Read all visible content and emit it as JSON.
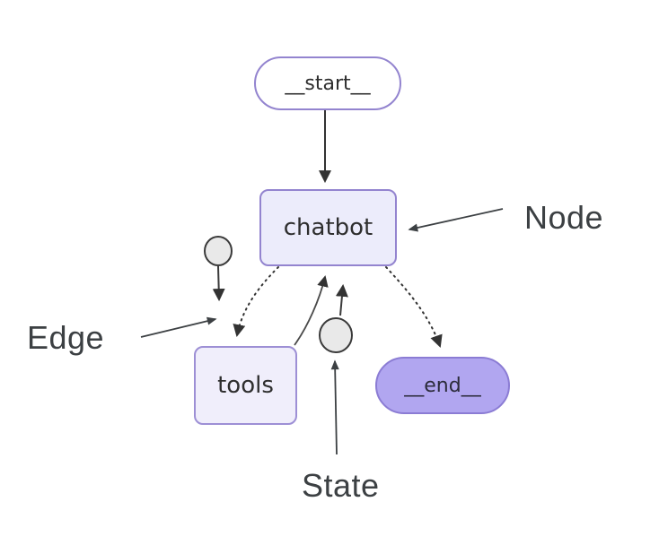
{
  "diagram": {
    "title_context": "langgraph-chatbot-flow",
    "nodes": {
      "start": {
        "label": "__start__",
        "shape": "stadium",
        "fill": "#ffffff"
      },
      "chatbot": {
        "label": "chatbot",
        "shape": "rounded-rect",
        "fill": "#ececfb"
      },
      "tools": {
        "label": "tools",
        "shape": "rounded-rect",
        "fill": "#f0eefb"
      },
      "end": {
        "label": "__end__",
        "shape": "stadium",
        "fill": "#b1a6f0"
      }
    },
    "edges": [
      {
        "from": "start",
        "to": "chatbot",
        "style": "solid"
      },
      {
        "from": "chatbot",
        "to": "tools",
        "style": "dotted"
      },
      {
        "from": "chatbot",
        "to": "end",
        "style": "dotted"
      },
      {
        "from": "tools",
        "to": "chatbot",
        "style": "solid"
      }
    ],
    "annotations": {
      "node": {
        "label": "Node",
        "points_at": "chatbot node"
      },
      "edge": {
        "label": "Edge",
        "points_at": "dotted edge chatbot→tools"
      },
      "state": {
        "label": "State",
        "points_at": "state marker circle"
      }
    },
    "state_markers": [
      {
        "position": "on edge chatbot→tools",
        "arrow_direction": "down"
      },
      {
        "position": "on edge tools→chatbot",
        "arrow_direction": "up"
      }
    ],
    "colors": {
      "node_border": "#9384cf",
      "end_border": "#8b7cd4",
      "chatbot_fill": "#ececfb",
      "tools_fill": "#f0eefb",
      "end_fill": "#b1a6f0",
      "edge_stroke": "#333333",
      "annotation_text": "#3c4043",
      "state_marker_fill": "#e9e9e9",
      "state_marker_stroke": "#3a3a3a",
      "background": "#ffffff"
    }
  }
}
